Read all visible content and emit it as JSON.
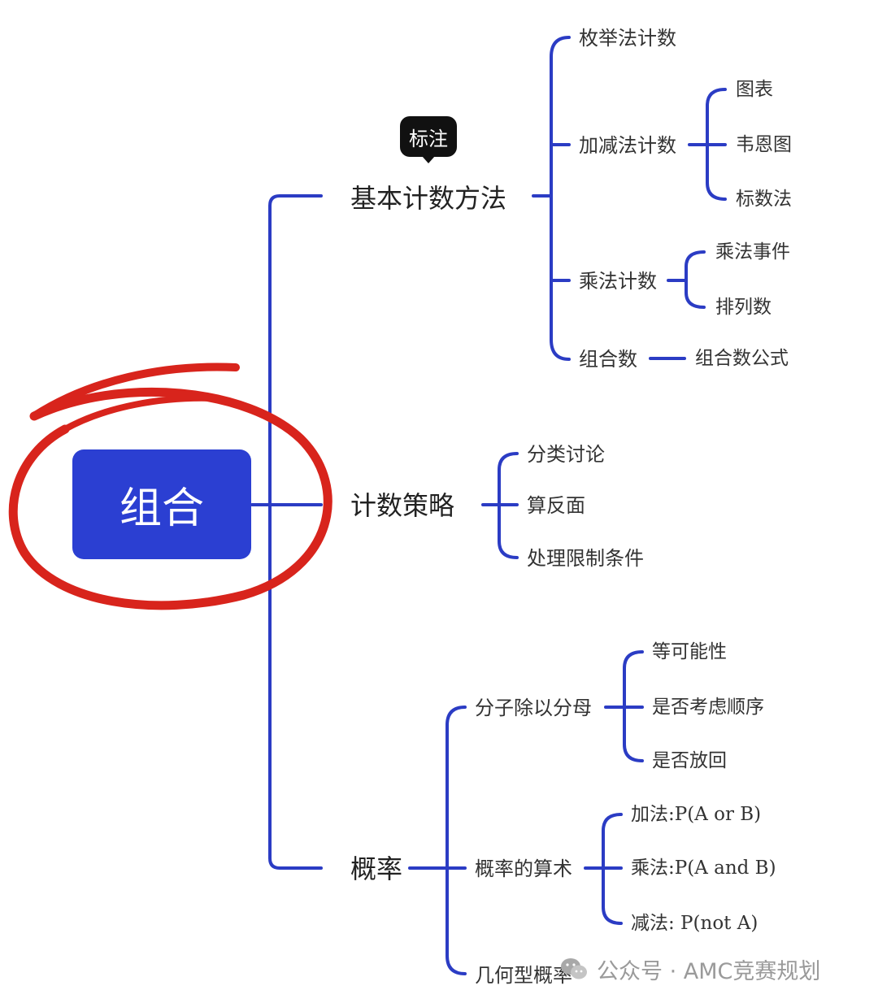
{
  "root": {
    "label": "组合"
  },
  "annotation": {
    "label": "标注"
  },
  "branches": {
    "basic": {
      "label": "基本计数方法",
      "enum": "枚举法计数",
      "addsub": {
        "label": "加减法计数",
        "chart": "图表",
        "venn": "韦恩图",
        "marking": "标数法"
      },
      "mult": {
        "label": "乘法计数",
        "event": "乘法事件",
        "perm": "排列数"
      },
      "comb": {
        "label": "组合数",
        "formula": "组合数公式"
      }
    },
    "strategy": {
      "label": "计数策略",
      "cases": "分类讨论",
      "complement": "算反面",
      "restrict": "处理限制条件"
    },
    "prob": {
      "label": "概率",
      "ratio": {
        "label": "分子除以分母",
        "equal": "等可能性",
        "order": "是否考虑顺序",
        "replace": "是否放回"
      },
      "arith": {
        "label": "概率的算术",
        "add": "加法:P(A or B)",
        "mul": "乘法:P(A and B)",
        "sub": "减法: P(not A)"
      },
      "geo": "几何型概率"
    }
  },
  "watermark": {
    "text": "公众号 · AMC竞赛规划"
  },
  "colors": {
    "line": "#2b3cc4",
    "root_fill": "#2b3fd2",
    "circle": "#d8241c",
    "annotation_fill": "#111111"
  }
}
